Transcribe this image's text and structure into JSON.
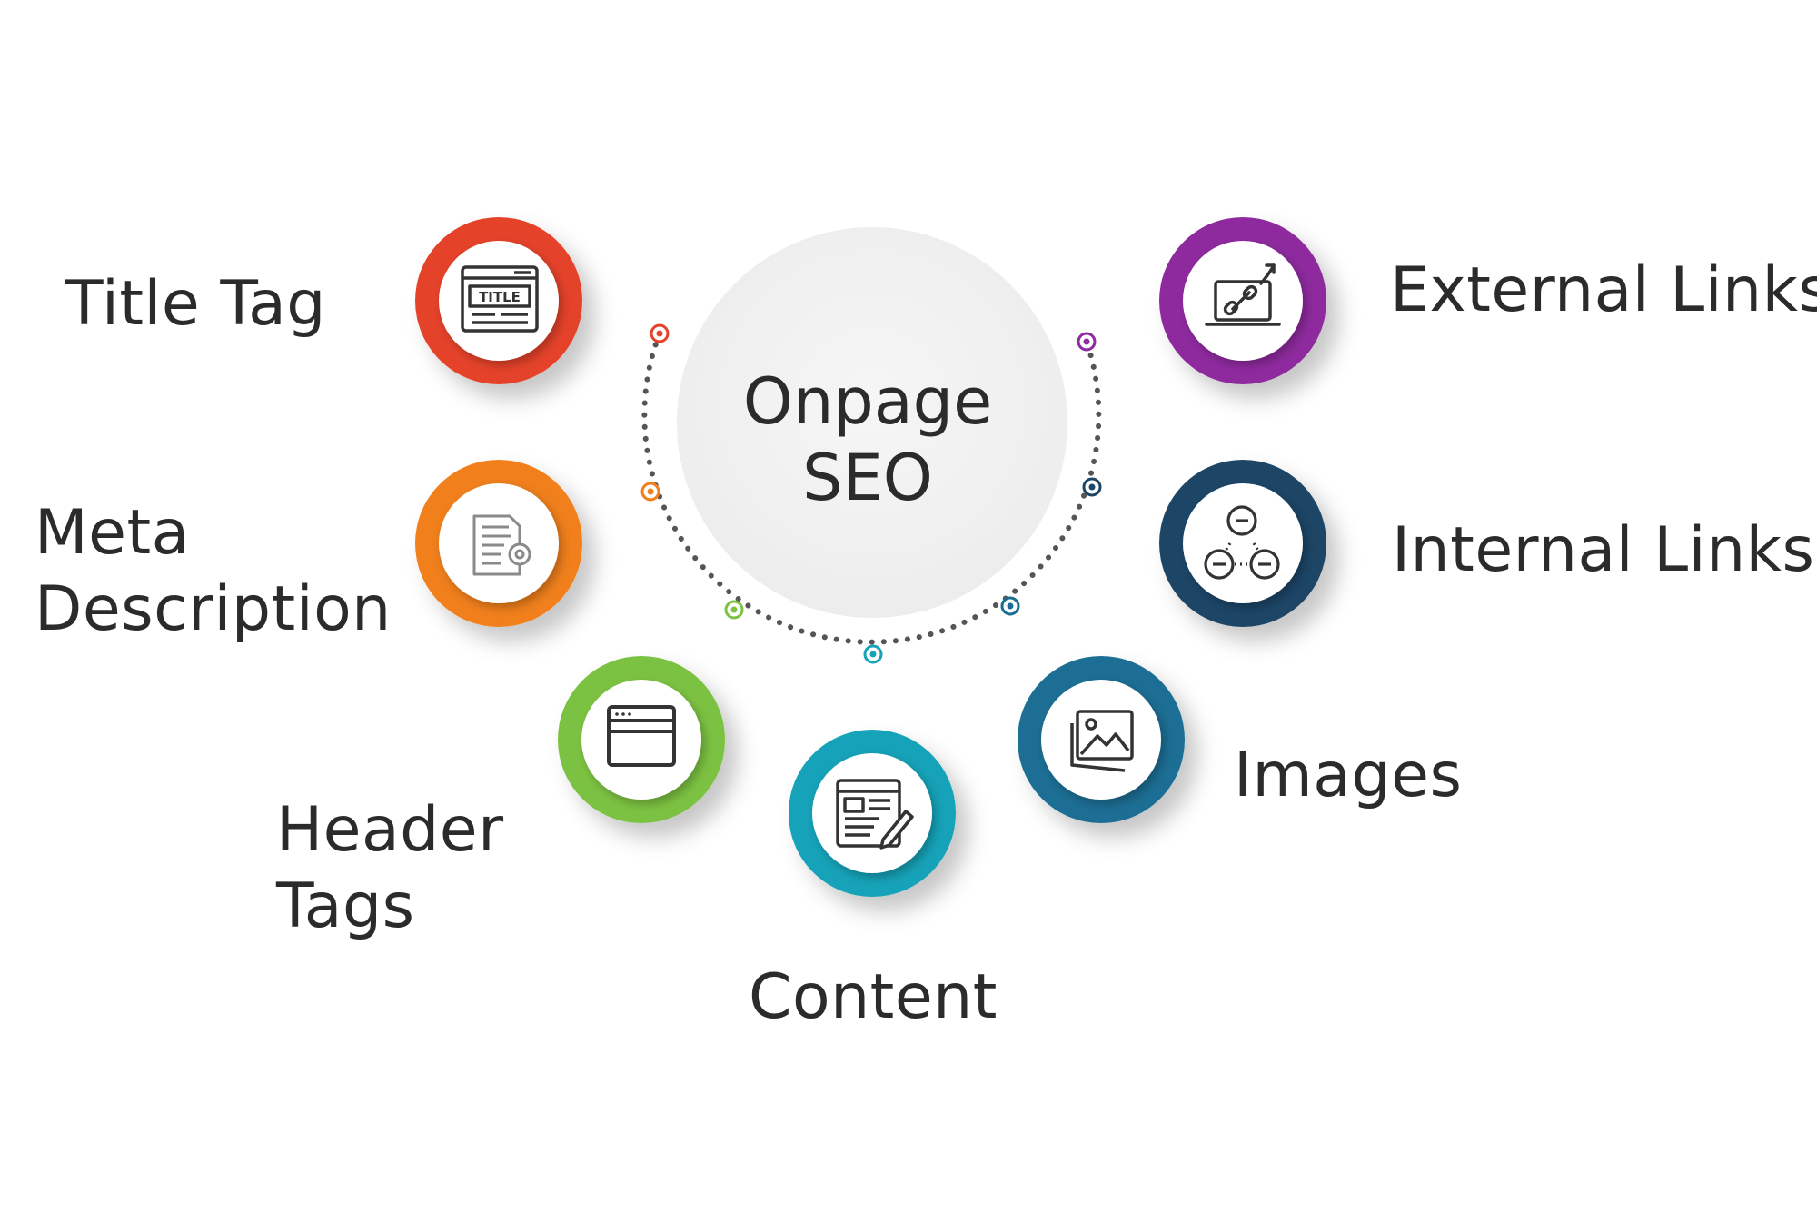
{
  "center": {
    "line1": "Onpage",
    "line2": "SEO"
  },
  "topics": {
    "title_tag": {
      "label": "Title Tag",
      "icon_text": "TITLE",
      "icon": "title-tag-icon",
      "color": "#e5422b"
    },
    "meta_description": {
      "line1": "Meta",
      "line2": "Description",
      "icon": "document-settings-icon",
      "color": "#f07f1c"
    },
    "header_tags": {
      "line1": "Header",
      "line2": "Tags",
      "icon": "browser-window-icon",
      "color": "#7cc243"
    },
    "content": {
      "label": "Content",
      "icon": "article-edit-icon",
      "color": "#17a2b8"
    },
    "images": {
      "label": "Images",
      "icon": "images-icon",
      "color": "#1a6e94"
    },
    "internal_links": {
      "label": "Internal Links",
      "icon": "link-network-icon",
      "color": "#1d4566"
    },
    "external_links": {
      "label": "External Links",
      "icon": "laptop-link-icon",
      "color": "#8e2b9e"
    }
  }
}
